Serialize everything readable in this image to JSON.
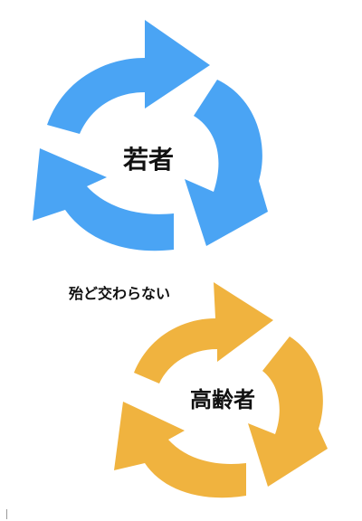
{
  "colors": {
    "youth_cycle": "#4aa4f4",
    "elderly_cycle": "#f0b33f",
    "text": "#111111"
  },
  "diagram": {
    "youth_cycle": {
      "label": "若者",
      "shape": "three-arrow-cycle-icon"
    },
    "middle_caption": "殆ど交わらない",
    "elderly_cycle": {
      "label": "高齢者",
      "shape": "three-arrow-cycle-icon"
    }
  }
}
